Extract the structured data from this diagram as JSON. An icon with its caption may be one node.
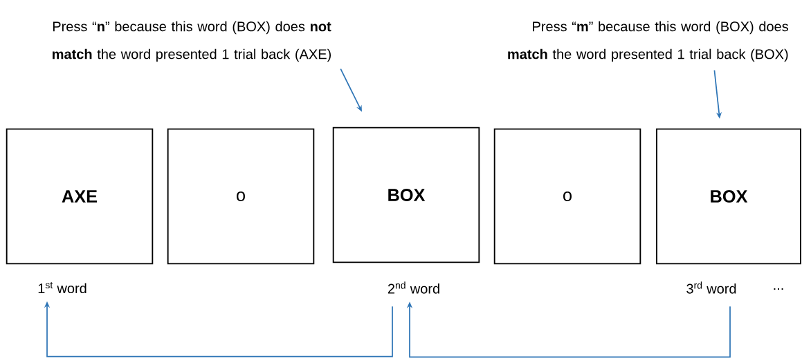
{
  "diagram": {
    "nodes": [
      {
        "text": [
          "AXE"
        ]
      },
      {
        "text": [
          "o"
        ]
      },
      {
        "text": [
          "BOX"
        ]
      },
      {
        "text": [
          "o"
        ]
      },
      {
        "text": [
          "BOX"
        ]
      },
      {
        "text": [
          "Press “**n**” because this word (BOX) does **not match** the word presented 1 trial back (AXE)"
        ]
      },
      {
        "text": [
          "Press “**m**” because this word (BOX) does **match** the word presented 1 trial back (BOX)"
        ]
      },
      {
        "text": [
          "1$^{st}$ word"
        ]
      },
      {
        "text": [
          "2$^{nd}$ word"
        ]
      },
      {
        "text": [
          "3$^{rd}$ word"
        ]
      }
    ],
    "edges": [
      {
        "from": 5,
        "to": 2,
        "arrow": "to"
      },
      {
        "from": 6,
        "to": 4,
        "arrow": "to"
      },
      {
        "from": 8,
        "to": 7,
        "arrow": "to"
      },
      {
        "from": 9,
        "to": 8,
        "arrow": "to"
      }
    ],
    "labels": [
      "..."
    ]
  }
}
